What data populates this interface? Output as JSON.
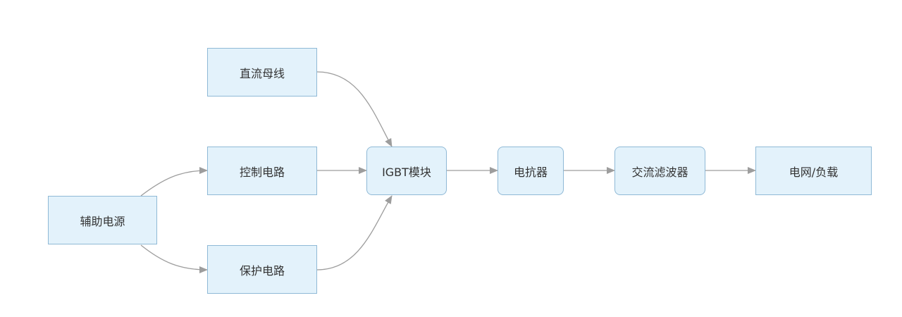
{
  "diagram": {
    "nodes": {
      "dc_bus": {
        "label": "直流母线"
      },
      "control_circuit": {
        "label": "控制电路"
      },
      "aux_power": {
        "label": "辅助电源"
      },
      "protection_circuit": {
        "label": "保护电路"
      },
      "igbt_module": {
        "label": "IGBT模块"
      },
      "reactor": {
        "label": "电抗器"
      },
      "ac_filter": {
        "label": "交流滤波器"
      },
      "grid_load": {
        "label": "电网/负载"
      }
    },
    "edges": [
      {
        "from": "dc_bus",
        "to": "igbt_module"
      },
      {
        "from": "control_circuit",
        "to": "igbt_module"
      },
      {
        "from": "protection_circuit",
        "to": "igbt_module"
      },
      {
        "from": "aux_power",
        "to": "control_circuit"
      },
      {
        "from": "aux_power",
        "to": "protection_circuit"
      },
      {
        "from": "igbt_module",
        "to": "reactor"
      },
      {
        "from": "reactor",
        "to": "ac_filter"
      },
      {
        "from": "ac_filter",
        "to": "grid_load"
      }
    ],
    "colors": {
      "node_fill": "#e3f2fb",
      "node_border": "#8fb9d6",
      "edge": "#9d9d9d",
      "text": "#333333"
    }
  }
}
